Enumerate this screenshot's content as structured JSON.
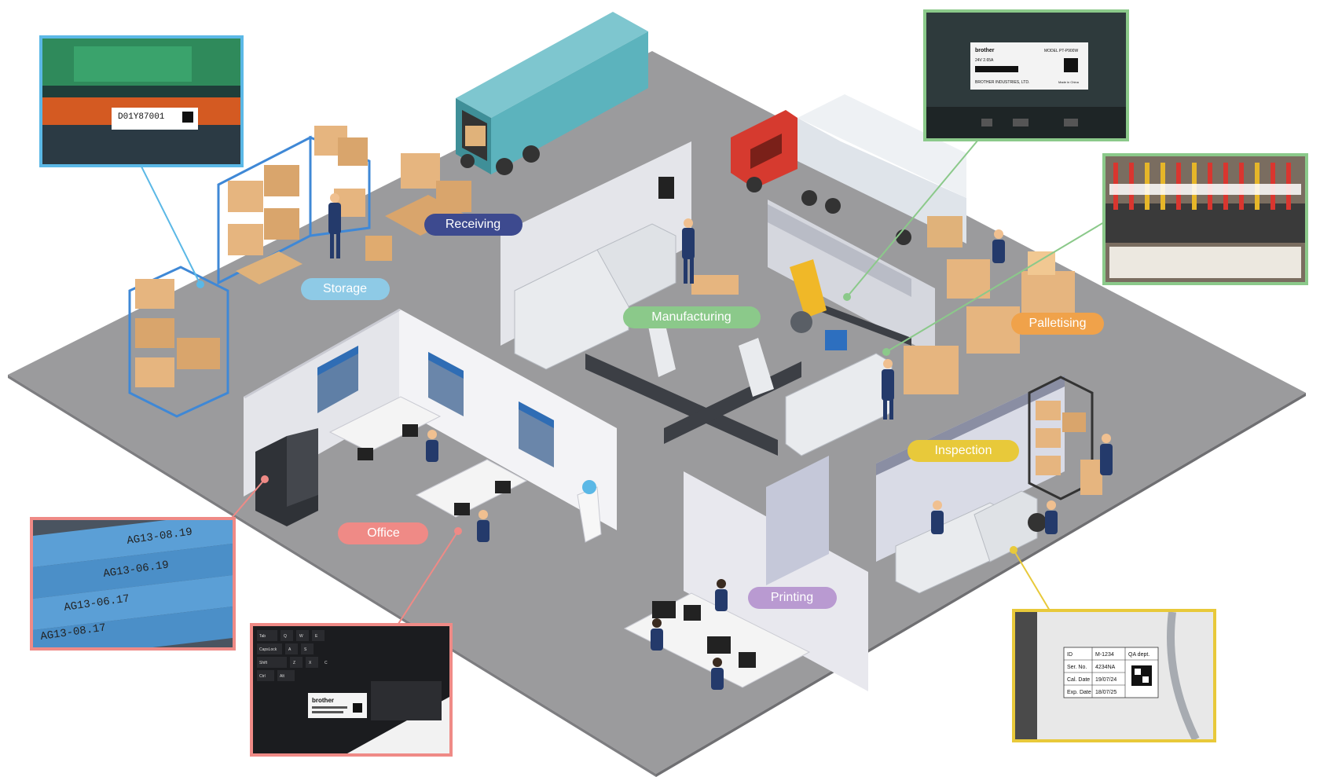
{
  "zones": {
    "receiving": {
      "label": "Receiving",
      "color": "#3d4a8f"
    },
    "storage": {
      "label": "Storage",
      "color": "#8ecae6"
    },
    "manufacturing": {
      "label": "Manufacturing",
      "color": "#8bc98a"
    },
    "palletising": {
      "label": "Palletising",
      "color": "#f0a24a"
    },
    "inspection": {
      "label": "Inspection",
      "color": "#e8c93a"
    },
    "office": {
      "label": "Office",
      "color": "#ef8a86"
    },
    "printing": {
      "label": "Printing",
      "color": "#b99ad1"
    }
  },
  "callouts": {
    "storage_photo": {
      "label_code": "D01Y87001",
      "border_color": "#5bb8e6"
    },
    "equipment_photo": {
      "border_color": "#8bc98a",
      "brand": "brother",
      "model": "MODEL PT-P900W",
      "rating": "24V 2.65A",
      "maker": "BROTHER INDUSTRIES, LTD.",
      "origin": "Made in China"
    },
    "terminal_photo": {
      "border_color": "#8bc98a"
    },
    "cable_photo": {
      "border_color": "#ef8a86",
      "tags": [
        "AG13-08.19",
        "AG13-06.19",
        "AG13-06.17",
        "AG13-08.17"
      ]
    },
    "laptop_photo": {
      "border_color": "#ef8a86",
      "brand": "brother",
      "keys": [
        "Tab",
        "CapsLock",
        "Shift",
        "Ctrl",
        "Alt",
        "A",
        "S",
        "Q",
        "W",
        "E",
        "Z",
        "X",
        "C"
      ]
    },
    "inspection_photo": {
      "border_color": "#e8c93a",
      "rows": [
        {
          "k": "ID",
          "v": "M-1234",
          "x": "QA dept."
        },
        {
          "k": "Ser. No.",
          "v": "4234NA",
          "x": ""
        },
        {
          "k": "Cal. Date",
          "v": "19/07/24",
          "x": ""
        },
        {
          "k": "Exp. Date",
          "v": "18/07/25",
          "x": ""
        }
      ]
    }
  }
}
